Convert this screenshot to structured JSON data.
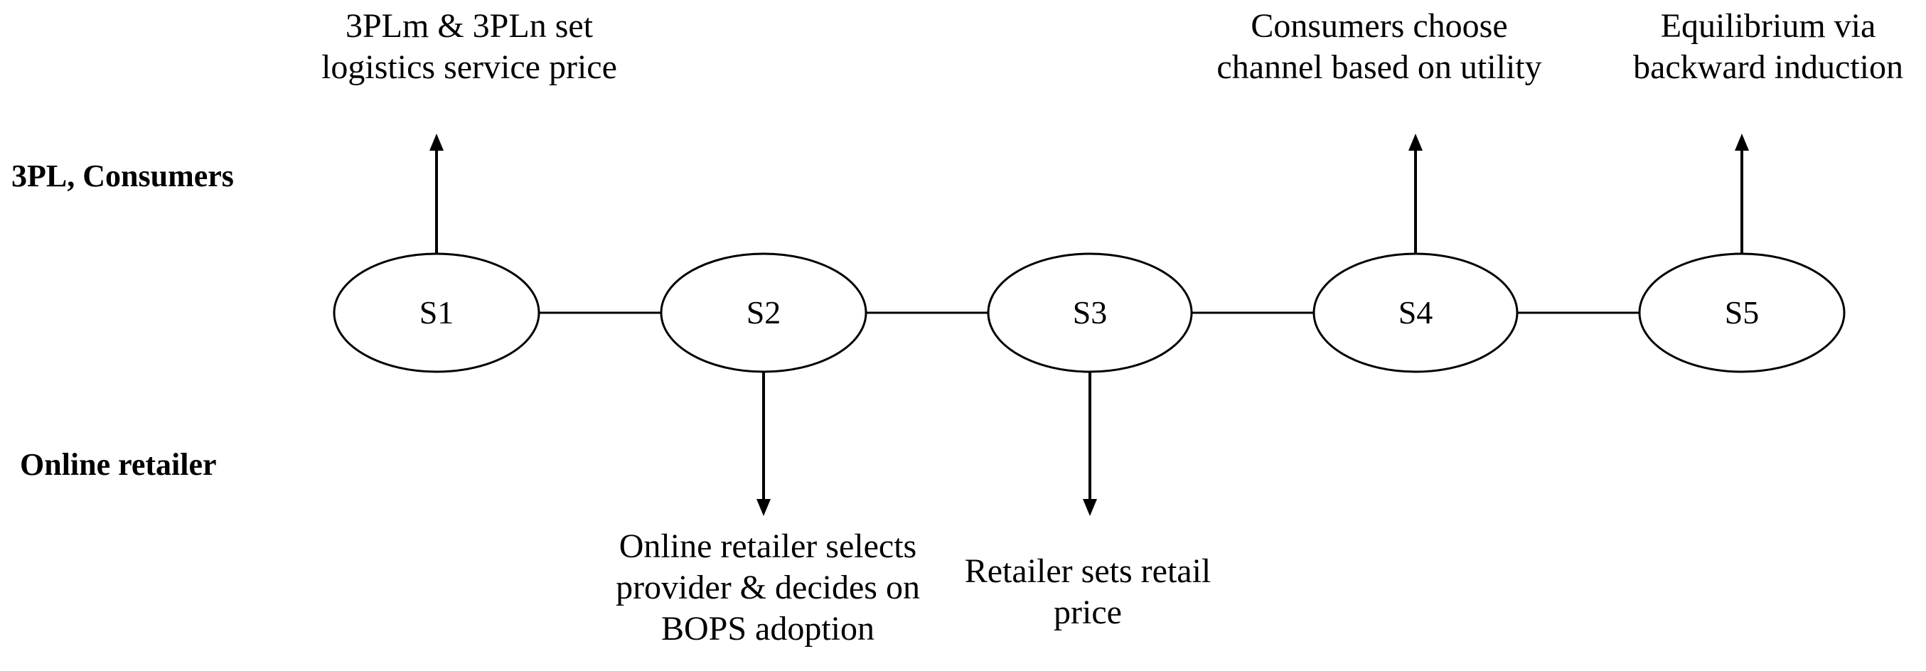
{
  "row_labels": {
    "top": "3PL, Consumers",
    "bottom": "Online retailer"
  },
  "stages": [
    {
      "id": "S1",
      "label": "S1"
    },
    {
      "id": "S2",
      "label": "S2"
    },
    {
      "id": "S3",
      "label": "S3"
    },
    {
      "id": "S4",
      "label": "S4"
    },
    {
      "id": "S5",
      "label": "S5"
    }
  ],
  "annotations": {
    "s1": {
      "lines": [
        "3PLm & 3PLn set",
        "logistics service price"
      ]
    },
    "s2": {
      "lines": [
        "Online retailer selects",
        "provider & decides on",
        "BOPS adoption"
      ]
    },
    "s3": {
      "lines": [
        "Retailer sets retail",
        "price"
      ]
    },
    "s4": {
      "lines": [
        "Consumers choose",
        "channel based on utility"
      ]
    },
    "s5": {
      "lines": [
        "Equilibrium via",
        "backward induction"
      ]
    }
  }
}
